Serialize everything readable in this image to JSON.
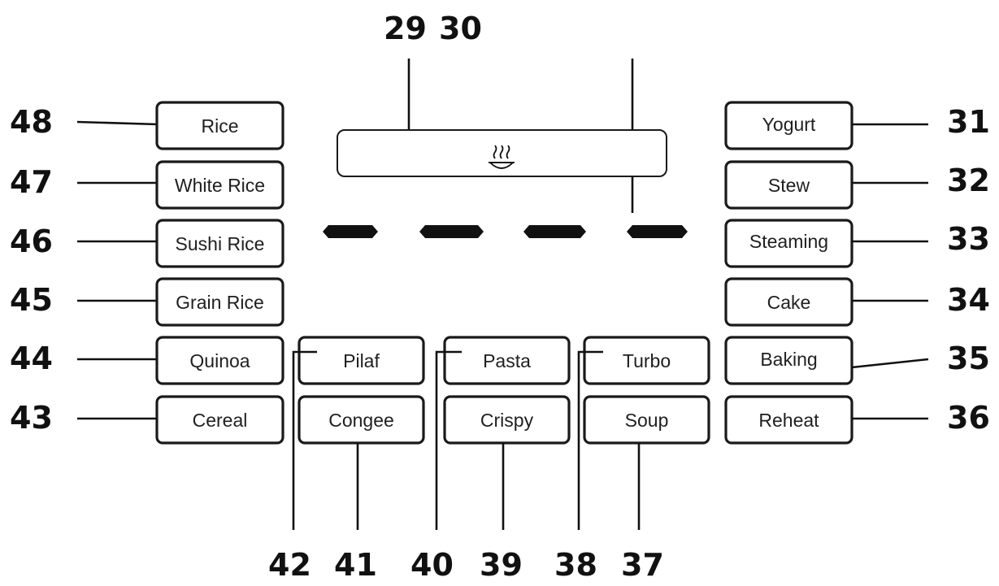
{
  "callouts": {
    "n29": "29",
    "n30": "30",
    "n31": "31",
    "n32": "32",
    "n33": "33",
    "n34": "34",
    "n35": "35",
    "n36": "36",
    "n37": "37",
    "n38": "38",
    "n39": "39",
    "n40": "40",
    "n41": "41",
    "n42": "42",
    "n43": "43",
    "n44": "44",
    "n45": "45",
    "n46": "46",
    "n47": "47",
    "n48": "48"
  },
  "buttons": {
    "rice": "Rice",
    "white_rice": "White Rice",
    "sushi_rice": "Sushi Rice",
    "grain_rice": "Grain Rice",
    "quinoa": "Quinoa",
    "cereal": "Cereal",
    "pilaf": "Pilaf",
    "congee": "Congee",
    "pasta": "Pasta",
    "crispy": "Crispy",
    "turbo": "Turbo",
    "soup": "Soup",
    "yogurt": "Yogurt",
    "stew": "Stew",
    "steaming": "Steaming",
    "cake": "Cake",
    "baking": "Baking",
    "reheat": "Reheat"
  },
  "display": {
    "keep_warm_icon": "steaming-bowl-icon",
    "digits": [
      "-",
      "-",
      "-",
      "-"
    ]
  },
  "colors": {
    "ink": "#111111",
    "background": "#ffffff"
  }
}
